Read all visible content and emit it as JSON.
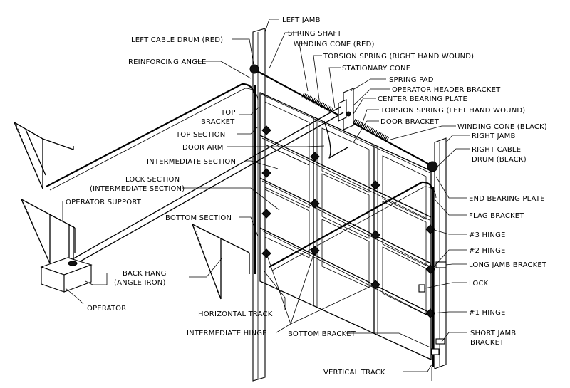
{
  "labels": {
    "left_jamb": "LEFT JAMB",
    "left_cable_drum": "LEFT CABLE DRUM (RED)",
    "spring_shaft": "SPRING SHAFT",
    "winding_cone_red": "WINDING CONE (RED)",
    "torsion_spring_rh": "TORSION SPRING (RIGHT HAND WOUND)",
    "reinforcing_angle": "REINFORCING ANGLE",
    "stationary_cone": "STATIONARY CONE",
    "spring_pad": "SPRING PAD",
    "operator_header_bracket": "OPERATOR HEADER BRACKET",
    "center_bearing_plate": "CENTER BEARING PLATE",
    "torsion_spring_lh": "TORSION SPRING (LEFT HAND WOUND)",
    "top_bracket_1": "TOP",
    "top_bracket_2": "BRACKET",
    "door_bracket": "DOOR BRACKET",
    "winding_cone_black": "WINDING CONE (BLACK)",
    "top_section": "TOP SECTION",
    "right_jamb": "RIGHT JAMB",
    "door_arm": "DOOR ARM",
    "right_cable_drum_1": "RIGHT CABLE",
    "right_cable_drum_2": "DRUM (BLACK)",
    "intermediate_section": "INTERMEDIATE SECTION",
    "lock_section_1": "LOCK SECTION",
    "lock_section_2": "(INTERMEDIATE SECTION)",
    "end_bearing_plate": "END BEARING PLATE",
    "operator_support": "OPERATOR SUPPORT",
    "bottom_section": "BOTTOM SECTION",
    "flag_bracket": "FLAG BRACKET",
    "hinge_3": "#3 HINGE",
    "hinge_2": "#2 HINGE",
    "back_hang_1": "BACK HANG",
    "back_hang_2": "(ANGLE IRON)",
    "long_jamb_bracket": "LONG JAMB BRACKET",
    "lock": "LOCK",
    "operator": "OPERATOR",
    "horizontal_track": "HORIZONTAL TRACK",
    "hinge_1": "#1 HINGE",
    "intermediate_hinge": "INTERMEDIATE HINGE",
    "bottom_bracket": "BOTTOM BRACKET",
    "short_jamb_bracket_1": "SHORT JAMB",
    "short_jamb_bracket_2": "BRACKET",
    "vertical_track": "VERTICAL TRACK"
  }
}
